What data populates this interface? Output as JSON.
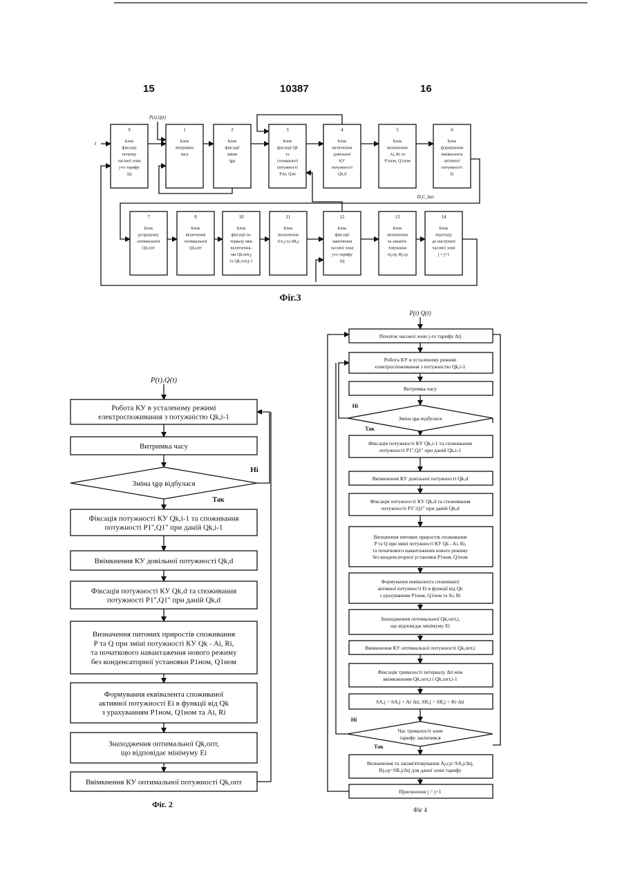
{
  "header": {
    "page_left": "15",
    "patent_number": "10387",
    "page_right": "16"
  },
  "fig3": {
    "caption": "Фіг.3",
    "input_label": "P(t),Q(t)",
    "t_label": "t",
    "dc_label": "D,C_bar",
    "blocks": [
      {
        "num": "9",
        "lines": [
          "Блок",
          "фіксації",
          "початку",
          "часової зони",
          "j-го тарифу",
          "Δtj"
        ]
      },
      {
        "num": "1",
        "lines": [
          "Блок",
          "витримки",
          "часу"
        ]
      },
      {
        "num": "2",
        "lines": [
          "Блок",
          "фіксації",
          "зміни",
          "tgφ"
        ]
      },
      {
        "num": "3",
        "lines": [
          "Блок",
          "фіксації Qk",
          "та",
          "споживаної",
          "потужності",
          "Pзм, Qзм"
        ]
      },
      {
        "num": "4",
        "lines": [
          "Блок",
          "включення",
          "довільної",
          "КУ",
          "потужності",
          "Qk,d"
        ]
      },
      {
        "num": "5",
        "lines": [
          "Блок",
          "визначення",
          "Ai, Ri та",
          "P1ном, Q1ном"
        ]
      },
      {
        "num": "6",
        "lines": [
          "Блок",
          "формування",
          "еквівалента",
          "активної",
          "потужності",
          "Ei"
        ]
      },
      {
        "num": "7",
        "lines": [
          "Блок",
          "розрахунку",
          "оптимальної",
          "Qk,опт"
        ]
      },
      {
        "num": "8",
        "lines": [
          "Блок",
          "включення",
          "оптимальної",
          "Qk,опт"
        ]
      },
      {
        "num": "10",
        "lines": [
          "Блок",
          "фіксації ін-",
          "тервалу між",
          "включення-",
          "ми Qk,опт,j",
          "та Qk,опт,j-1"
        ]
      },
      {
        "num": "11",
        "lines": [
          "Блок",
          "визначення",
          "SA,j та SR,j"
        ]
      },
      {
        "num": "12",
        "lines": [
          "Блок",
          "фіксації",
          "закінчення",
          "часової зони",
          "j-го тарифу",
          "Δtj"
        ]
      },
      {
        "num": "13",
        "lines": [
          "Блок",
          "визначення",
          "та запам'я-",
          "товування",
          "Aj,ср, Rj,ср"
        ]
      },
      {
        "num": "14",
        "lines": [
          "Блок",
          "переходу",
          "до наступної",
          "часової зони",
          "j = j+1"
        ]
      }
    ]
  },
  "fig2": {
    "caption": "Фіг. 2",
    "input_label": "P(t),Q(t)",
    "yes": "Так",
    "no": "Ні",
    "steps": [
      [
        "Робота КУ в усталеному режимі",
        "електроспоживання з потужністю Qk,i-1"
      ],
      [
        "Витримка часу"
      ],
      [
        "Зміна tgφ відбулася"
      ],
      [
        "Фіксація потужності КУ Qk,i-1 та споживання",
        "потужності P1'',Q1'' при даній Qk,i-1"
      ],
      [
        "Ввімкнення КУ довільної потужності Qk,d"
      ],
      [
        "Фіксація потужності КУ Qk,d та споживання",
        "потужності P1'',Q1'' при даній Qk,d"
      ],
      [
        "Визначення питомих приростів споживання",
        "P та Q при зміні потужності КУ Qk - Ai, Ri,",
        "та початкового навантаження нового режиму",
        "без конденсаторної установки P1ном, Q1ном"
      ],
      [
        "Формування еквівалента споживаної",
        "активної потужності Ei в функції від Qk",
        "з урахуванням P1ном, Q1ном та Ai, Ri"
      ],
      [
        "Знаходження оптимальної Qk,опт,",
        "що відповідає мінімуму Ei"
      ],
      [
        "Ввімкнення КУ оптимальної потужності Qk,опт"
      ]
    ]
  },
  "fig4": {
    "caption": "Фіг 4",
    "input_label": "P(t) Q(t)",
    "yes": "Так",
    "no": "Ні",
    "steps": [
      [
        "Початок часової зони j-го тарифу Δtj"
      ],
      [
        "Робота КУ в усталеному режимі",
        "електроспоживання з потужністю Qk,i-1"
      ],
      [
        "Витримка часу"
      ],
      [
        "Зміна tgφ відбулася"
      ],
      [
        "Фіксація потужності КУ Qk,i-1 та споживання",
        "потужності P1'',Q1'' при даній Qk,i-1"
      ],
      [
        "Ввімкнення КУ довільної потужності Qk,d"
      ],
      [
        "Фіксація потужності КУ Qk,d та споживання",
        "потужності P1'',Q1'' при даній Qk,d"
      ],
      [
        "Визначення питомих приростів споживання",
        "P та Q при зміні потужності КУ Qk - Ai, Ri,",
        "та початкового навантаження нового режиму",
        "без конденсаторної установки P1ном, Q1ном"
      ],
      [
        "Формування еквівалента споживаної",
        "активної потужності Ei в функції від Qk",
        "з урахуванням P1ном, Q1ном та Ai, Ri"
      ],
      [
        "Знаходження оптимальної Qk,опт,i,",
        "що відповідає мінімуму Ei"
      ],
      [
        "Ввімкнення КУ оптимальної потужності Qk,опт,i"
      ],
      [
        "Фіксація тривалості інтервалу Δti між",
        "ввімкненням Qk,опт,i і Qk,опт,i-1"
      ],
      [
        "SA,j = SA,j + Ai·Δti, SR,j = SR,j + Ri·Δti"
      ],
      [
        "Час тривалості зони",
        "тарифу закінчився"
      ],
      [
        "Визначення та запам'ятовування Aj,ср=SA,j/Δtj,",
        "Rj,ср=SR,j/Δtj для даної зони тарифу"
      ],
      [
        "Присвоєння j = j+1"
      ]
    ]
  }
}
